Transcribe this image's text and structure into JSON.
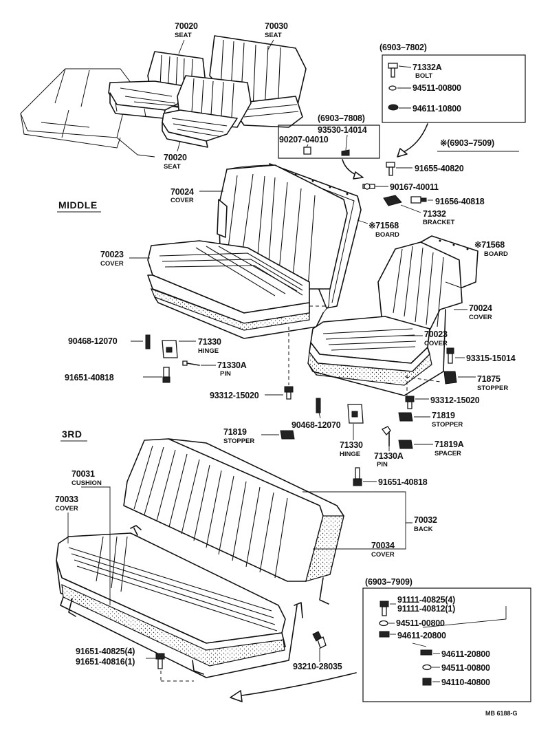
{
  "sections": {
    "middle": "MIDDLE",
    "third": "3RD"
  },
  "callouts": {
    "seat_70020_top": {
      "num": "70020",
      "name": "SEAT"
    },
    "seat_70030": {
      "num": "70030",
      "name": "SEAT"
    },
    "seat_70020_bottom": {
      "num": "70020",
      "name": "SEAT"
    },
    "cover_70024_mid": {
      "num": "70024",
      "name": "COVER"
    },
    "cover_70023_mid": {
      "num": "70023",
      "name": "COVER"
    },
    "board_71568_mid": {
      "num": "※71568",
      "name": "BOARD"
    },
    "board_71568_right": {
      "num": "※71568",
      "name": "BOARD"
    },
    "cover_70024_right": {
      "num": "70024",
      "name": "COVER"
    },
    "cover_70023_right": {
      "num": "70023",
      "name": "COVER"
    },
    "bracket_71332": {
      "num": "71332",
      "name": "BRACKET"
    },
    "bolt_71332a": {
      "num": "71332A",
      "name": "BOLT"
    },
    "hinge_71330_left": {
      "num": "71330",
      "name": "HINGE"
    },
    "pin_71330a_left": {
      "num": "71330A",
      "name": "PIN"
    },
    "hinge_71330_center": {
      "num": "71330",
      "name": "HINGE"
    },
    "pin_71330a_right": {
      "num": "71330A",
      "name": "PIN"
    },
    "stopper_71875": {
      "num": "71875",
      "name": "STOPPER"
    },
    "stopper_71819_right": {
      "num": "71819",
      "name": "STOPPER"
    },
    "stopper_71819_left": {
      "num": "71819",
      "name": "STOPPER"
    },
    "spacer_71819a": {
      "num": "71819A",
      "name": "SPACER"
    },
    "cushion_70031": {
      "num": "70031",
      "name": "CUSHION"
    },
    "cover_70033": {
      "num": "70033",
      "name": "COVER"
    },
    "back_70032": {
      "num": "70032",
      "name": "BACK"
    },
    "cover_70034": {
      "num": "70034",
      "name": "COVER"
    }
  },
  "part_numbers": {
    "p94511_00800_a": "94511-00800",
    "p94611_10800": "94611-10800",
    "p93530_14014": "93530-14014",
    "p90207_04010": "90207-04010",
    "p91655_40820": "91655-40820",
    "p90167_40011": "90167-40011",
    "p91656_40818": "91656-40818",
    "p90468_12070_a": "90468-12070",
    "p91651_40818_a": "91651-40818",
    "p93315_15014": "93315-15014",
    "p93312_15020_a": "93312-15020",
    "p93312_15020_b": "93312-15020",
    "p90468_12070_b": "90468-12070",
    "p91651_40818_b": "91651-40818",
    "p91111_40825": "91111-40825(4)",
    "p91111_40812": "91111-40812(1)",
    "p94511_00800_b": "94511-00800",
    "p94611_20800_a": "94611-20800",
    "p94611_20800_b": "94611-20800",
    "p94511_00800_c": "94511-00800",
    "p94110_40800": "94110-40800",
    "p91651_40825": "91651-40825(4)",
    "p91651_40816": "91651-40816(1)",
    "p93210_28035": "93210-28035"
  },
  "ranges": {
    "r6903_7802": "(6903–7802)",
    "r6903_7808": "(6903–7808)",
    "r6903_7509": "※(6903–7509)",
    "r6903_7909": "(6903–7909)"
  },
  "figure_id": "MB 6188-G",
  "icons": {
    "arrow_curved": "curved-arrow-icon",
    "arrow_left": "left-arrow-icon"
  }
}
